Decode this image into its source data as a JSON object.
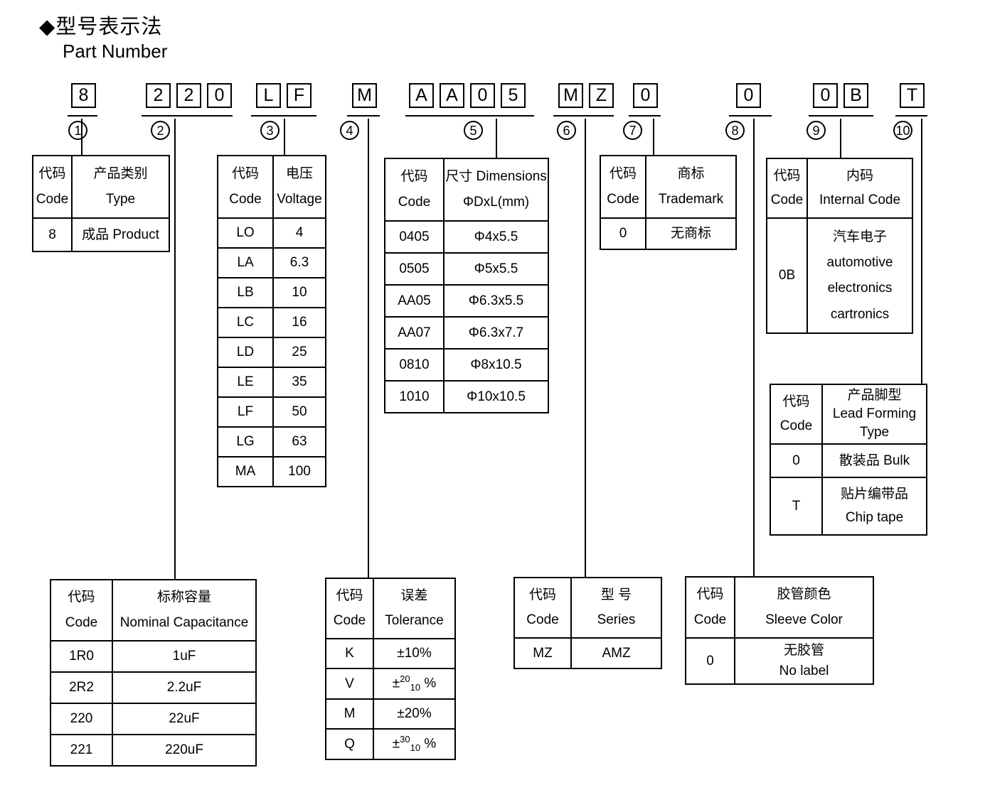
{
  "title": {
    "bullet": "◆",
    "zh": "型号表示法",
    "en": "Part Number"
  },
  "colors": {
    "ink": "#000000",
    "paper": "#ffffff"
  },
  "part_number_groups": [
    {
      "marker": "1",
      "chars": [
        "8"
      ]
    },
    {
      "marker": "2",
      "chars": [
        "2",
        "2",
        "0"
      ]
    },
    {
      "marker": "3",
      "chars": [
        "L",
        "F"
      ]
    },
    {
      "marker": "4",
      "chars": [
        "M"
      ]
    },
    {
      "marker": "5",
      "chars": [
        "A",
        "A",
        "0",
        "5"
      ]
    },
    {
      "marker": "6",
      "chars": [
        "M",
        "Z"
      ]
    },
    {
      "marker": "7",
      "chars": [
        "0"
      ]
    },
    {
      "marker": "8",
      "chars": [
        "0"
      ]
    },
    {
      "marker": "9",
      "chars": [
        "0",
        "B"
      ]
    },
    {
      "marker": "10",
      "chars": [
        "T"
      ]
    }
  ],
  "tables": {
    "product_type": {
      "headers": [
        [
          "代码",
          "Code"
        ],
        [
          "产品类别",
          "Type"
        ]
      ],
      "rows": [
        [
          "8",
          "成品 Product"
        ]
      ]
    },
    "voltage": {
      "headers": [
        [
          "代码",
          "Code"
        ],
        [
          "电压",
          "Voltage"
        ]
      ],
      "rows": [
        [
          "LO",
          "4"
        ],
        [
          "LA",
          "6.3"
        ],
        [
          "LB",
          "10"
        ],
        [
          "LC",
          "16"
        ],
        [
          "LD",
          "25"
        ],
        [
          "LE",
          "35"
        ],
        [
          "LF",
          "50"
        ],
        [
          "LG",
          "63"
        ],
        [
          "MA",
          "100"
        ]
      ]
    },
    "dimensions": {
      "headers": [
        [
          "代码",
          "Code"
        ],
        [
          "尺寸 Dimensions",
          "ΦDxL(mm)"
        ]
      ],
      "rows": [
        [
          "0405",
          "Φ4x5.5"
        ],
        [
          "0505",
          "Φ5x5.5"
        ],
        [
          "AA05",
          "Φ6.3x5.5"
        ],
        [
          "AA07",
          "Φ6.3x7.7"
        ],
        [
          "0810",
          "Φ8x10.5"
        ],
        [
          "1010",
          "Φ10x10.5"
        ]
      ]
    },
    "trademark": {
      "headers": [
        [
          "代码",
          "Code"
        ],
        [
          "商标",
          "Trademark"
        ]
      ],
      "rows": [
        [
          "0",
          "无商标"
        ]
      ]
    },
    "internal_code": {
      "headers": [
        [
          "代码",
          "Code"
        ],
        [
          "内码",
          "Internal Code"
        ]
      ],
      "rows": [
        [
          "0B",
          [
            "汽车电子",
            "automotive",
            "electronics",
            "cartronics"
          ]
        ]
      ]
    },
    "lead_forming": {
      "headers": [
        [
          "代码",
          "Code"
        ],
        [
          "产品脚型",
          "Lead Forming",
          "Type"
        ]
      ],
      "rows": [
        [
          "0",
          "散装品 Bulk"
        ],
        [
          "T",
          [
            "贴片编带品",
            "Chip tape"
          ]
        ]
      ]
    },
    "capacitance": {
      "headers": [
        [
          "代码",
          "Code"
        ],
        [
          "标称容量",
          "Nominal Capacitance"
        ]
      ],
      "rows": [
        [
          "1R0",
          "1uF"
        ],
        [
          "2R2",
          "2.2uF"
        ],
        [
          "220",
          "22uF"
        ],
        [
          "221",
          "220uF"
        ]
      ]
    },
    "tolerance": {
      "headers": [
        [
          "代码",
          "Code"
        ],
        [
          "误差",
          "Tolerance"
        ]
      ],
      "rows": [
        [
          "K",
          "±10%"
        ],
        [
          "V",
          {
            "pre": "±",
            "sup": "20",
            "sub": "10",
            "post": " %"
          }
        ],
        [
          "M",
          "±20%"
        ],
        [
          "Q",
          {
            "pre": "±",
            "sup": "30",
            "sub": "10",
            "post": " %"
          }
        ]
      ]
    },
    "series": {
      "headers": [
        [
          "代码",
          "Code"
        ],
        [
          "型 号",
          "Series"
        ]
      ],
      "rows": [
        [
          "MZ",
          "AMZ"
        ]
      ]
    },
    "sleeve_color": {
      "headers": [
        [
          "代码",
          "Code"
        ],
        [
          "胶管颜色",
          "Sleeve Color"
        ]
      ],
      "rows": [
        [
          "0",
          [
            "无胶管",
            "No label"
          ]
        ]
      ]
    }
  }
}
